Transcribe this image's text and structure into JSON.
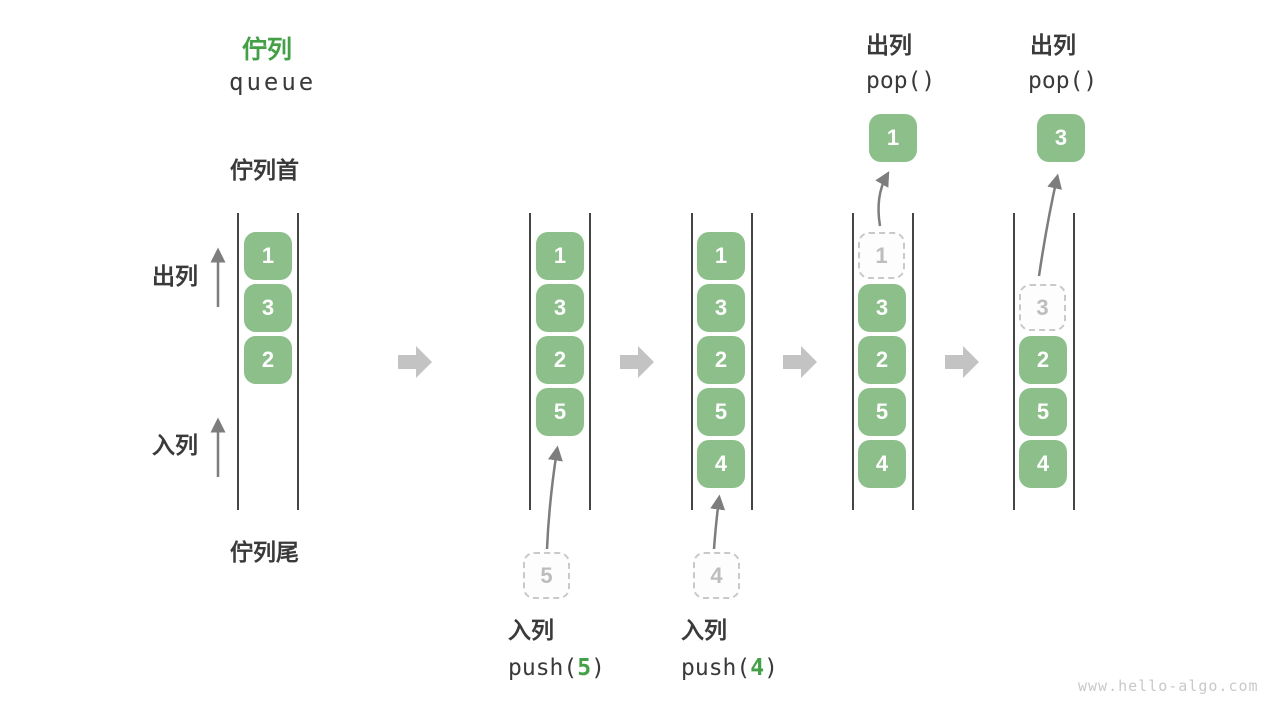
{
  "colors": {
    "title_green": "#43a047",
    "box_green": "#8cbf8a",
    "box_text": "#ffffff",
    "dashed_border": "#c9c9c9",
    "dashed_text": "#bdbdbd",
    "wall": "#454545",
    "label_dark": "#3a3a3a",
    "arrow_gray": "#7d7d7d",
    "block_arrow": "#c3c3c3",
    "watermark": "#c9c9c9"
  },
  "header": {
    "title": "佇列",
    "subtitle": "queue"
  },
  "labels": {
    "front": "佇列首",
    "rear": "佇列尾",
    "dequeue": "出列",
    "enqueue": "入列"
  },
  "columns": [
    {
      "cells": [
        "1",
        "3",
        "2"
      ]
    },
    {
      "cells": [
        "1",
        "3",
        "2",
        "5"
      ]
    },
    {
      "cells": [
        "1",
        "3",
        "2",
        "5",
        "4"
      ]
    },
    {
      "cells": [
        "1",
        "3",
        "2",
        "5",
        "4"
      ]
    },
    {
      "cells": [
        "3",
        "2",
        "5",
        "4"
      ]
    }
  ],
  "push_steps": [
    {
      "label": "入列",
      "fn": "push(",
      "arg": "5",
      "close": ")"
    },
    {
      "label": "入列",
      "fn": "push(",
      "arg": "4",
      "close": ")"
    }
  ],
  "pop_steps": [
    {
      "label": "出列",
      "call": "pop()",
      "value": "1"
    },
    {
      "label": "出列",
      "call": "pop()",
      "value": "3"
    }
  ],
  "watermark": "www.hello-algo.com"
}
